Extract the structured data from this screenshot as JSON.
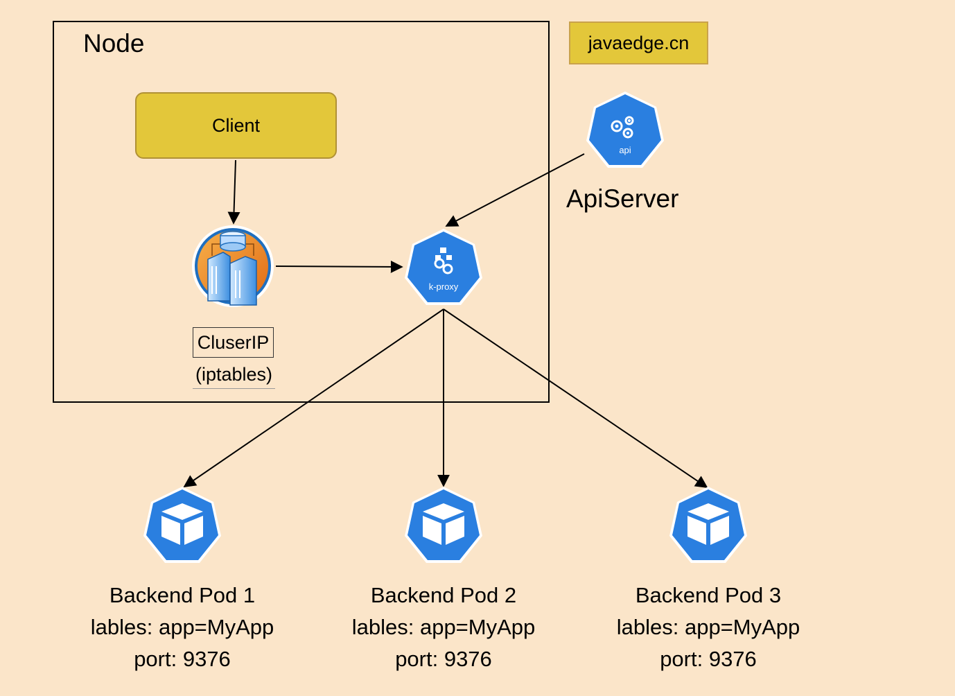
{
  "node": {
    "title": "Node"
  },
  "watermark": "javaedge.cn",
  "client": {
    "label": "Client"
  },
  "cluster_ip": {
    "title": "CluserIP",
    "subtitle": "(iptables)"
  },
  "kube_proxy": {
    "icon_text": "k-proxy"
  },
  "api_server": {
    "icon_text": "api",
    "label": "ApiServer"
  },
  "pods": [
    {
      "name": "Backend Pod 1",
      "labels": "lables: app=MyApp",
      "port": "port: 9376"
    },
    {
      "name": "Backend Pod 2",
      "labels": "lables: app=MyApp",
      "port": "port: 9376"
    },
    {
      "name": "Backend Pod 3",
      "labels": "lables: app=MyApp",
      "port": "port: 9376"
    }
  ],
  "colors": {
    "background": "#fbe5c9",
    "yellow_box": "#e3c73a",
    "k8s_blue": "#2a7fe0",
    "edge": "#000000"
  }
}
